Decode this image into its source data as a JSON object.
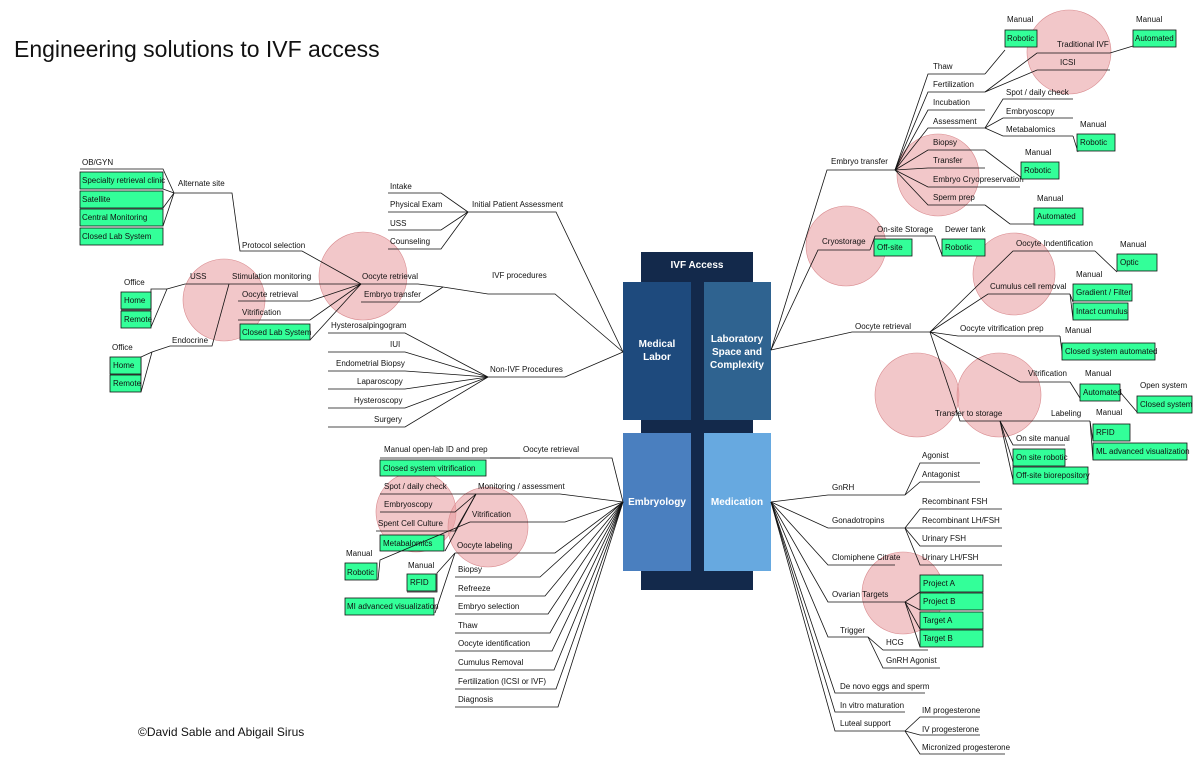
{
  "title": "Engineering solutions to IVF access",
  "copyright": "©David Sable and Abigail Sirus",
  "center": {
    "header": "IVF Access",
    "medical_labor": [
      "Medical",
      "Labor"
    ],
    "laboratory": [
      "Laboratory",
      "Space and",
      "Complexity"
    ],
    "embryology": "Embryology",
    "medication": "Medication"
  },
  "labels": {
    "initial_patient_assessment": "Initial Patient Assessment",
    "intake": "Intake",
    "physical_exam": "Physical Exam",
    "uss": "USS",
    "counseling": "Counseling",
    "ivf_procedures": "IVF procedures",
    "oocyte_retrieval": "Oocyte retrieval",
    "embryo_transfer": "Embryo transfer",
    "protocol_selection": "Protocol selection",
    "stimulation_monitoring": "Stimulation monitoring",
    "alternate_site": "Alternate site",
    "obgyn": "OB/GYN",
    "uss2": "USS",
    "office": "Office",
    "endocrine": "Endocrine",
    "office2": "Office",
    "vitrification": "Vitrification",
    "non_ivf_procedures": "Non-IVF Procedures",
    "hysterosalpingogram": "Hysterosalpingogram",
    "iui": "IUI",
    "endometrial_biopsy": "Endometrial Biopsy",
    "laparoscopy": "Laparoscopy",
    "hysteroscopy": "Hysteroscopy",
    "surgery": "Surgery",
    "e_oocyte_retrieval": "Oocyte retrieval",
    "manual_open_lab": "Manual open-lab ID and prep",
    "monitoring_assessment": "Monitoring / assessment",
    "spot_daily_check": "Spot / daily check",
    "embryoscopy": "Embryoscopy",
    "spent_cell_culture": "Spent Cell Culture",
    "e_vitrification": "Vitrification",
    "oocyte_labeling": "Oocyte labeling",
    "e_manual": "Manual",
    "e_manual2": "Manual",
    "biopsy": "Biopsy",
    "refreeze": "Refreeze",
    "embryo_selection": "Embryo selection",
    "thaw": "Thaw",
    "oocyte_identification": "Oocyte identification",
    "cumulus_removal": "Cumulus Removal",
    "fertilization_icsi": "Fertilization (ICSI or IVF)",
    "diagnosis": "Diagnosis",
    "l_embryo_transfer": "Embryo transfer",
    "l_thaw": "Thaw",
    "fertilization": "Fertilization",
    "incubation": "Incubation",
    "assessment": "Assessment",
    "l_biopsy": "Biopsy",
    "l_transfer": "Transfer",
    "embryo_cryo": "Embryo Cryopreservation",
    "sperm_prep": "Sperm prep",
    "l_manual1": "Manual",
    "traditional_ivf": "Traditional IVF",
    "icsi": "ICSI",
    "l_manual2": "Manual",
    "l_spot_daily": "Spot / daily check",
    "l_embryoscopy": "Embryoscopy",
    "metabalomics": "Metabalomics",
    "l_manual3": "Manual",
    "l_manual4": "Manual",
    "l_manual5": "Manual",
    "cryostorage": "Cryostorage",
    "onsite_storage": "On-site Storage",
    "dewer_tank": "Dewer tank",
    "l_oocyte_retrieval": "Oocyte retrieval",
    "oocyte_identification_l": "Oocyte Indentification",
    "l_manual6": "Manual",
    "cumulus_cell_removal": "Cumulus cell removal",
    "l_manual7": "Manual",
    "oocyte_vitri_prep": "Oocyte vitrification prep",
    "l_manual8": "Manual",
    "l_vitrification": "Vitrification",
    "l_manual9": "Manual",
    "open_system": "Open system",
    "transfer_to_storage": "Transfer to storage",
    "labeling": "Labeling",
    "l_manual10": "Manual",
    "on_site_manual": "On site manual",
    "gnrh": "GnRH",
    "agonist": "Agonist",
    "antagonist": "Antagonist",
    "gonadotropins": "Gonadotropins",
    "recombinant_fsh": "Recombinant FSH",
    "recombinant_lh_fsh": "Recombinant LH/FSH",
    "urinary_fsh": "Urinary FSH",
    "urinary_lh_fsh": "Urinary LH/FSH",
    "clomiphene": "Clomiphene Citrate",
    "ovarian_targets": "Ovarian Targets",
    "trigger": "Trigger",
    "hcg": "HCG",
    "gnrh_agonist": "GnRH Agonist",
    "de_novo": "De novo eggs and sperm",
    "in_vitro_maturation": "In vitro maturation",
    "luteal_support": "Luteal support",
    "im_progesterone": "IM progesterone",
    "iv_progesterone": "IV progesterone",
    "micronized_progesterone": "Micronized progesterone"
  },
  "green": {
    "specialty_retrieval": "Specialty retrieval clinic",
    "satellite": "Satellite",
    "central_monitoring": "Central Monitoring",
    "closed_lab_system": "Closed Lab System",
    "home1": "Home",
    "remote1": "Remote",
    "home2": "Home",
    "remote2": "Remote",
    "closed_lab_system2": "Closed Lab System",
    "closed_system_vitri": "Closed system vitrification",
    "metabalomics": "Metabalomics",
    "robotic_e": "Robotic",
    "rfid_e": "RFID",
    "mi_advanced": "MI advanced visualization",
    "robotic_top": "Robotic",
    "automated_top": "Automated",
    "robotic_meta": "Robotic",
    "robotic_biopsy": "Robotic",
    "automated_sperm": "Automated",
    "offsite": "Off-site",
    "robotic_dewer": "Robotic",
    "optic": "Optic",
    "gradient_filter": "Gradient / Filter",
    "intact_cumulus": "Intact cumulus",
    "closed_system_automated": "Closed system automated",
    "automated_vitri": "Automated",
    "closed_system": "Closed system",
    "rfid_l": "RFID",
    "ml_advanced": "ML advanced visualization",
    "on_site_robotic": "On site robotic",
    "offsite_biorepository": "Off-site biorepository",
    "project_a": "Project A",
    "project_b": "Project B",
    "target_a": "Target A",
    "target_b": "Target B"
  },
  "colors": {
    "header": "#13294b",
    "medical_labor": "#1e4a7d",
    "laboratory": "#2f6390",
    "embryology": "#4a7fbf",
    "medication": "#67a9e0",
    "green": "#33ff99",
    "highlight": "#e8999d"
  }
}
